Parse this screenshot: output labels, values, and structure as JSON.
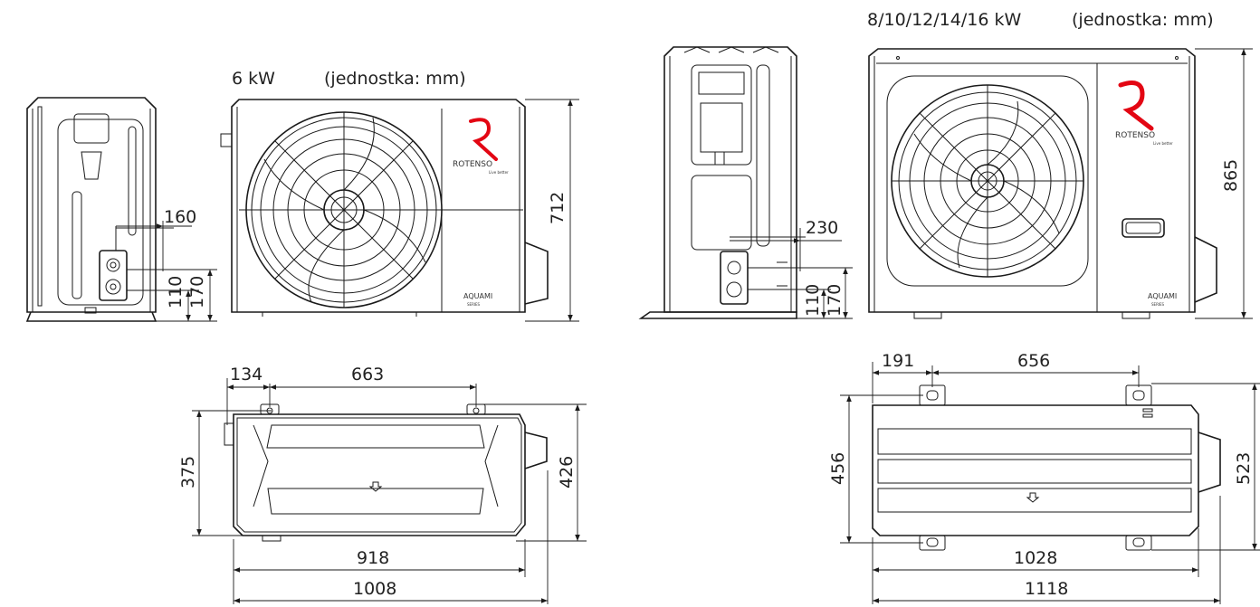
{
  "units_label": "(jednostka: mm)",
  "unit_small": {
    "power_label": "6 kW",
    "dims": {
      "w_side_port": "160",
      "h_port_low": "110",
      "h_port_high": "170",
      "height": "712",
      "foot_offset": "134",
      "foot_spacing": "663",
      "depth_feet": "375",
      "depth_total": "426",
      "width_body": "918",
      "width_total": "1008"
    }
  },
  "unit_large": {
    "power_label": "8/10/12/14/16 kW",
    "dims": {
      "w_side_port": "230",
      "h_port_low": "110",
      "h_port_high": "170",
      "height": "865",
      "foot_offset": "191",
      "foot_spacing": "656",
      "depth_feet": "456",
      "depth_total": "523",
      "width_body": "1028",
      "width_total": "1118"
    }
  },
  "branding": {
    "logo_text": "ROTENSO",
    "tagline": "Live better",
    "series": "AQUAMI",
    "series_sub": "SERIES"
  },
  "colors": {
    "logo_red": "#e30613",
    "line": "#1a1a1a"
  }
}
